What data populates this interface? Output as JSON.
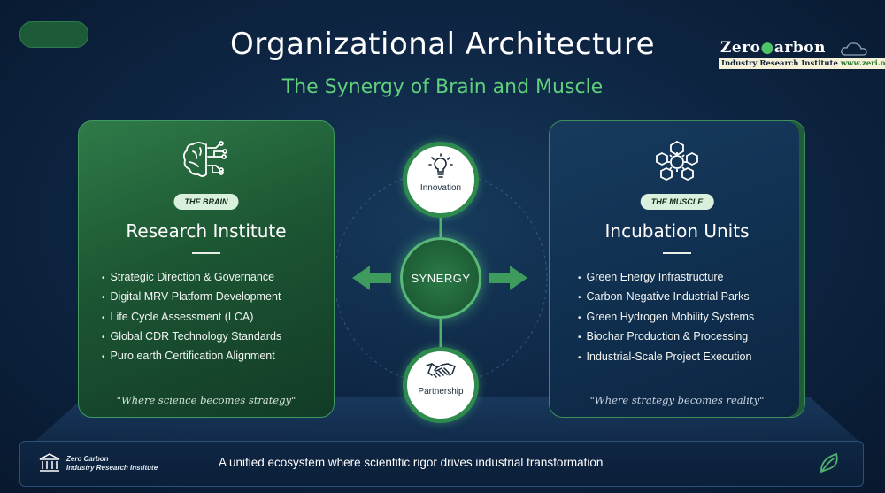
{
  "header": {
    "title": "Organizational Architecture",
    "subtitle": "The Synergy of Brain and Muscle"
  },
  "logo": {
    "name_left": "Zero",
    "name_right": "arbon",
    "tagline": "Industry Research Institute",
    "url": "www.zeri.org",
    "leaf_icon": "leaf-c-icon",
    "cloud_icon": "cloud-icon"
  },
  "left_card": {
    "icon": "brain-circuit-icon",
    "badge": "THE BRAIN",
    "title": "Research Institute",
    "items": [
      "Strategic Direction & Governance",
      "Digital MRV Platform Development",
      "Life Cycle Assessment (LCA)",
      "Global CDR Technology Standards",
      "Puro.earth Certification Alignment"
    ],
    "quote": "\"Where science becomes strategy\""
  },
  "right_card": {
    "icon": "gear-network-icon",
    "badge": "THE MUSCLE",
    "title": "Incubation Units",
    "items": [
      "Green Energy Infrastructure",
      "Carbon-Negative Industrial Parks",
      "Green Hydrogen Mobility Systems",
      "Biochar Production & Processing",
      "Industrial-Scale Project Execution"
    ],
    "quote": "\"Where strategy becomes reality\""
  },
  "center": {
    "top_node": {
      "label": "Innovation",
      "icon": "lightbulb-icon"
    },
    "hub_label": "SYNERGY",
    "bottom_node": {
      "label": "Partnership",
      "icon": "handshake-icon"
    }
  },
  "footer": {
    "org_line1": "Zero Carbon",
    "org_line2": "Industry Research Institute",
    "org_icon": "institution-building-icon",
    "message": "A unified ecosystem where scientific rigor drives industrial transformation",
    "leaf_icon": "leaf-icon"
  },
  "colors": {
    "accent_green": "#5fcf7c",
    "card_green": "#1c5633",
    "card_navy": "#103050",
    "background": "#0e2745"
  }
}
